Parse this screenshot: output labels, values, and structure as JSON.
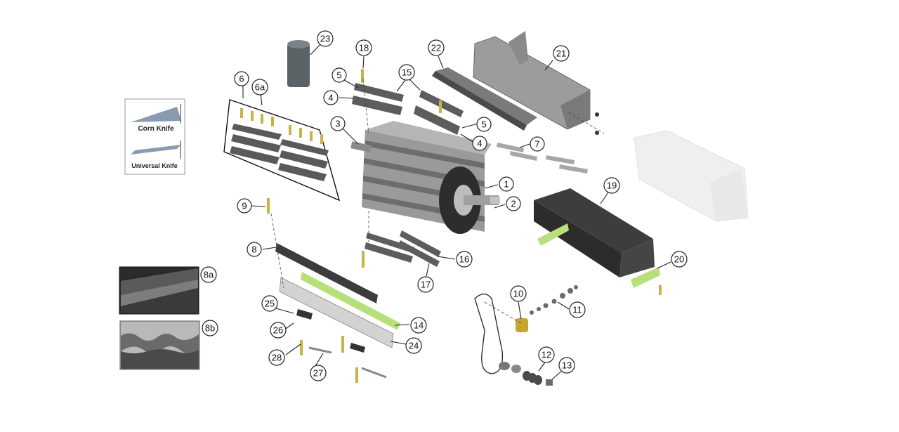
{
  "legend": {
    "corn_knife": "Corn Knife",
    "universal_knife": "Universal Knife"
  },
  "colors": {
    "part_dark": "#4a4a4a",
    "part_mid": "#8a8a8a",
    "part_light": "#c9c9c9",
    "highlight_green": "#b8e07a",
    "fastener_gold": "#c8b24a",
    "ghost": "#e6e6e6"
  },
  "callouts": [
    {
      "label": "1"
    },
    {
      "label": "2"
    },
    {
      "label": "3"
    },
    {
      "label": "4"
    },
    {
      "label": "4"
    },
    {
      "label": "5"
    },
    {
      "label": "5"
    },
    {
      "label": "6"
    },
    {
      "label": "6a"
    },
    {
      "label": "7"
    },
    {
      "label": "8"
    },
    {
      "label": "8a"
    },
    {
      "label": "8b"
    },
    {
      "label": "9"
    },
    {
      "label": "10"
    },
    {
      "label": "11"
    },
    {
      "label": "12"
    },
    {
      "label": "13"
    },
    {
      "label": "14"
    },
    {
      "label": "15"
    },
    {
      "label": "16"
    },
    {
      "label": "17"
    },
    {
      "label": "18"
    },
    {
      "label": "19"
    },
    {
      "label": "20"
    },
    {
      "label": "21"
    },
    {
      "label": "22"
    },
    {
      "label": "23"
    },
    {
      "label": "24"
    },
    {
      "label": "25"
    },
    {
      "label": "26"
    },
    {
      "label": "27"
    },
    {
      "label": "28"
    }
  ]
}
